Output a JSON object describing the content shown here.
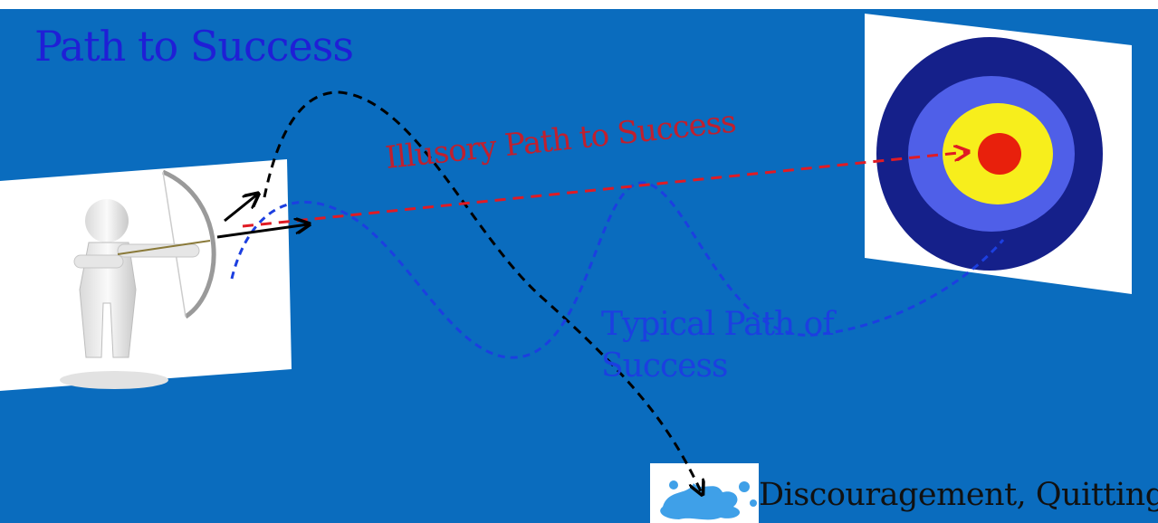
{
  "title": "Path to Success",
  "illusory_label": "Illusory Path to Success",
  "typical_label": "Typical Path of Success",
  "quitting_label": "Discouragement, Quitting",
  "colors": {
    "background": "#0a6cbe",
    "title": "#1f1fd6",
    "illusory_path": "#e01b24",
    "typical_path": "#1c3fe0",
    "quit_path": "#000000",
    "target_outer": "#15208a",
    "target_ring2": "#4f5fe8",
    "target_ring3": "#f7ee1c",
    "target_bullseye": "#e8200c"
  },
  "icons": [
    "archer-icon",
    "target-icon",
    "splash-icon"
  ]
}
